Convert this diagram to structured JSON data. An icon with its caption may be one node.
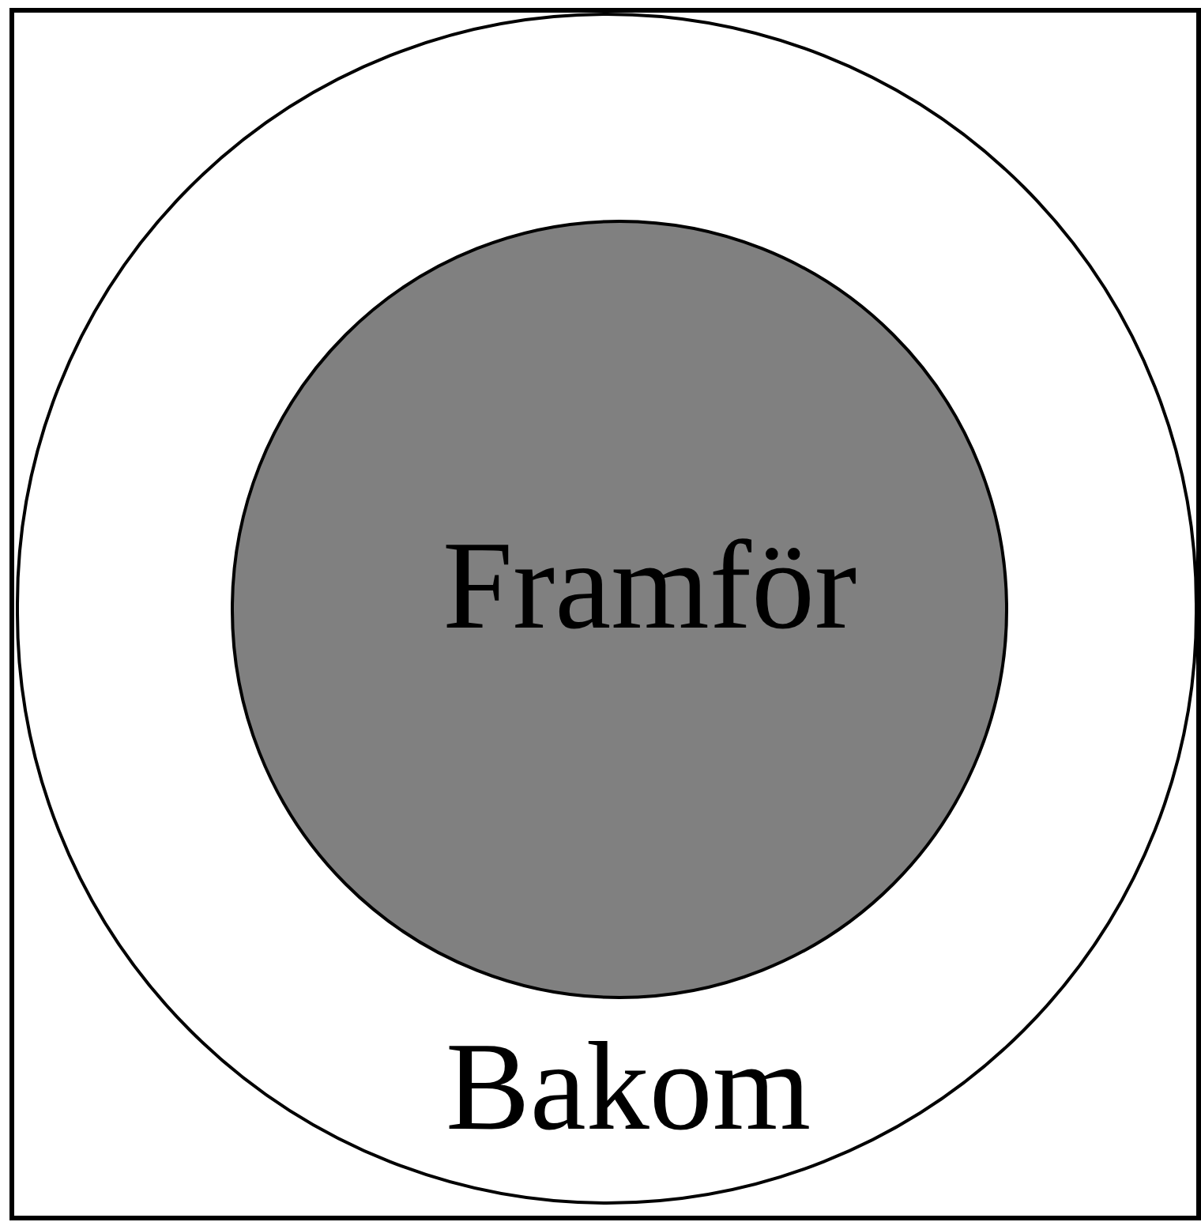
{
  "diagram": {
    "nodes": [
      {
        "text": [],
        "shape": "box"
      },
      {
        "text": [
          "Bakom"
        ],
        "in": 0
      },
      {
        "text": [
          "Framför"
        ],
        "in": 1
      }
    ]
  }
}
